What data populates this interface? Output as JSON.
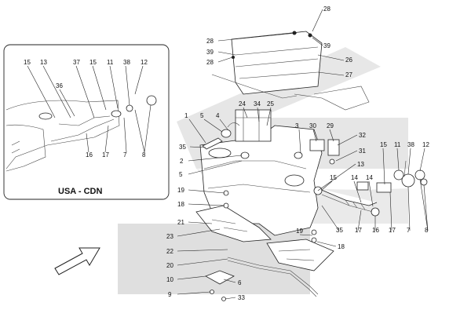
{
  "colors": {
    "watermark": "#d9d9d9",
    "line": "#222222"
  },
  "watermark": {
    "kind": "brand-swoosh-logo"
  },
  "inset": {
    "caption": "USA - CDN",
    "callouts": [
      "15",
      "13",
      "37",
      "15",
      "11",
      "38",
      "12",
      "36",
      "16",
      "17",
      "7",
      "8"
    ]
  },
  "main": {
    "callouts": [
      "28",
      "39",
      "28",
      "28",
      "39",
      "26",
      "27",
      "24",
      "34",
      "25",
      "1",
      "5",
      "4",
      "35",
      "2",
      "5",
      "3",
      "30",
      "29",
      "32",
      "31",
      "13",
      "15",
      "14",
      "14",
      "15",
      "11",
      "38",
      "12",
      "19",
      "18",
      "21",
      "23",
      "22",
      "20",
      "19",
      "18",
      "35",
      "17",
      "16",
      "17",
      "7",
      "8",
      "10",
      "9",
      "6",
      "33"
    ]
  }
}
